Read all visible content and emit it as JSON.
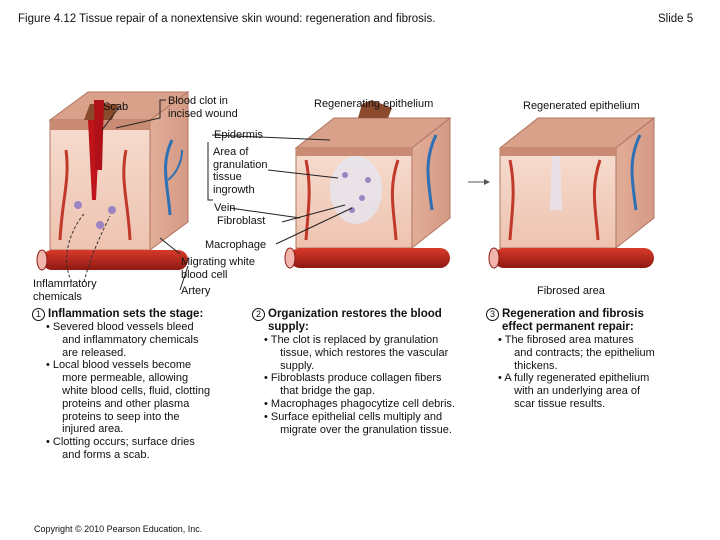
{
  "header": {
    "title": "Figure 4.12 Tissue repair of a nonextensive skin wound: regeneration and fibrosis.",
    "slide": "Slide 5"
  },
  "labels": {
    "scab": "Scab",
    "blood_clot": [
      "Blood clot in",
      "incised wound"
    ],
    "regenerating_epithelium": "Regenerating epithelium",
    "regenerated_epithelium": "Regenerated epithelium",
    "epidermis": "Epidermis",
    "granulation": [
      "Area of",
      "granulation",
      "tissue",
      "ingrowth"
    ],
    "vein": "Vein",
    "fibroblast": "Fibroblast",
    "macrophage": "Macrophage",
    "migrating_wbc": [
      "Migrating white",
      "blood cell"
    ],
    "artery": "Artery",
    "inflammatory": [
      "Inflammatory",
      "chemicals"
    ],
    "fibrosed_area": "Fibrosed area"
  },
  "steps": [
    {
      "number": "1",
      "title": [
        "Inflammation sets the stage:"
      ],
      "bullets": [
        [
          "Severed blood vessels bleed",
          "and inflammatory chemicals",
          "are released."
        ],
        [
          "Local blood vessels become",
          "more permeable, allowing",
          "white blood cells, fluid, clotting",
          "proteins and other plasma",
          "proteins to seep into the",
          "injured area."
        ],
        [
          "Clotting occurs; surface dries",
          "and forms a scab."
        ]
      ]
    },
    {
      "number": "2",
      "title": [
        "Organization restores the blood",
        "supply:"
      ],
      "bullets": [
        [
          "The clot is replaced by granulation",
          "tissue, which restores the vascular",
          "supply."
        ],
        [
          "Fibroblasts produce collagen fibers",
          "that bridge the gap."
        ],
        [
          "Macrophages phagocytize cell debris."
        ],
        [
          "Surface epithelial cells multiply and",
          "migrate over the granulation tissue."
        ]
      ]
    },
    {
      "number": "3",
      "title": [
        "Regeneration and fibrosis",
        "effect permanent repair:"
      ],
      "bullets": [
        [
          "The fibrosed area matures",
          "and contracts; the epithelium",
          "thickens."
        ],
        [
          "A fully regenerated epithelium",
          "with an underlying area of",
          "scar tissue results."
        ]
      ]
    }
  ],
  "copyright": "Copyright © 2010 Pearson Education, Inc.",
  "colors": {
    "skin_top": "#d9a08a",
    "dermis": "#f3d2c4",
    "dermis_side": "#e4b4a2",
    "blood": "#c0141b",
    "vessel_blue": "#2f6fb3",
    "vessel_red": "#c0392b",
    "scab": "#8a4a2b"
  }
}
